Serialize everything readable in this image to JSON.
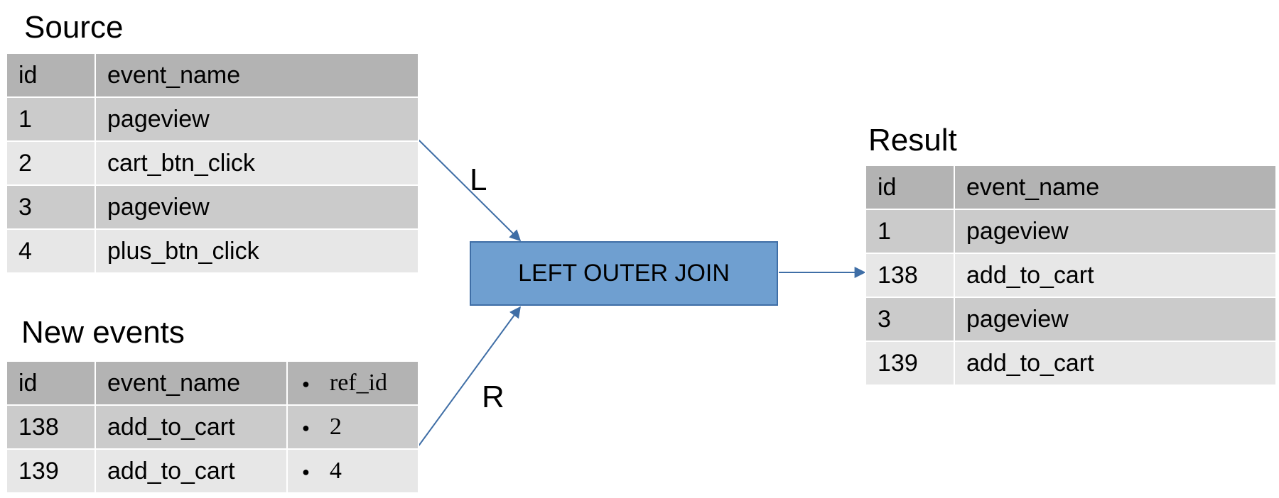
{
  "source": {
    "title": "Source",
    "columns": [
      "id",
      "event_name"
    ],
    "rows": [
      [
        "1",
        "pageview"
      ],
      [
        "2",
        "cart_btn_click"
      ],
      [
        "3",
        "pageview"
      ],
      [
        "4",
        "plus_btn_click"
      ]
    ]
  },
  "new_events": {
    "title": "New events",
    "columns": [
      "id",
      "event_name",
      "ref_id"
    ],
    "rows": [
      [
        "138",
        "add_to_cart",
        "2"
      ],
      [
        "139",
        "add_to_cart",
        "4"
      ]
    ]
  },
  "join": {
    "label": "LEFT OUTER JOIN",
    "left_label": "L",
    "right_label": "R"
  },
  "result": {
    "title": "Result",
    "columns": [
      "id",
      "event_name"
    ],
    "rows": [
      [
        "1",
        "pageview"
      ],
      [
        "138",
        "add_to_cart"
      ],
      [
        "3",
        "pageview"
      ],
      [
        "139",
        "add_to_cart"
      ]
    ]
  },
  "colors": {
    "header_fill": "#b3b3b3",
    "row_fill_a": "#cbcbcb",
    "row_fill_b": "#e7e7e7",
    "join_fill": "#6f9fd0",
    "arrow": "#3f6ea6"
  }
}
